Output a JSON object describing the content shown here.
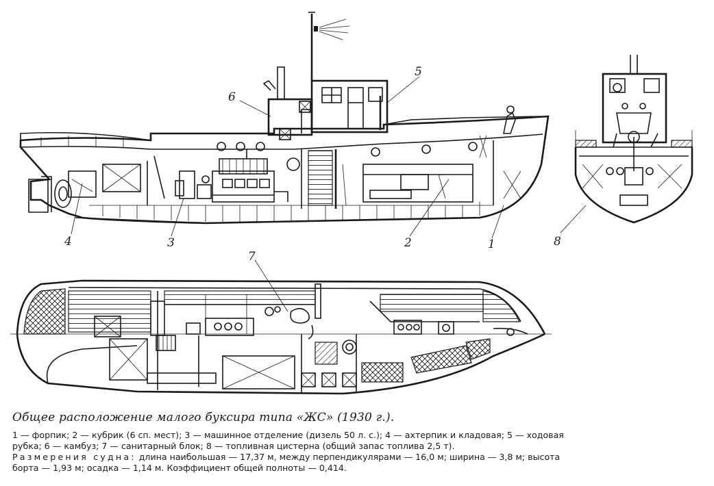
{
  "callouts": {
    "c1": "1",
    "c2": "2",
    "c3": "3",
    "c4": "4",
    "c5": "5",
    "c6": "6",
    "c7": "7",
    "c8": "8"
  },
  "caption": {
    "title": "Общее расположение малого буксира типа «ЖС» (1930 г.).",
    "legend_line1": "1 — форпик; 2 — кубрик (6 сп. мест); 3 — машинное отделение (дизель 50 л. с.); 4 — ахтерпик и кладовая; 5 — ходовая",
    "legend_line2": "рубка; 6 — камбуз; 7 — санитарный блок; 8 — топливная цистерна (общий запас топлива 2,5 т).",
    "dims_label": "Размерения судна:",
    "dims_line1_rest": " длина наибольшая — 17,37 м, между перпендикулярами — 16,0 м; ширина — 3,8 м; высота",
    "dims_line2": "борта — 1,93 м; осадка — 1,14 м. Коэффициент общей полноты — 0,414."
  }
}
